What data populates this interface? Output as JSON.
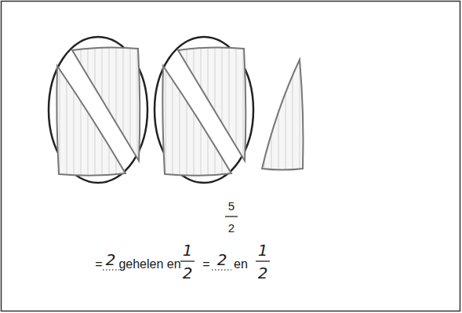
{
  "diagram": {
    "labels": [
      "5",
      "2",
      "=",
      "2",
      "gehelen en",
      "1",
      "2",
      "=",
      "2",
      "en",
      "1",
      "2"
    ]
  }
}
